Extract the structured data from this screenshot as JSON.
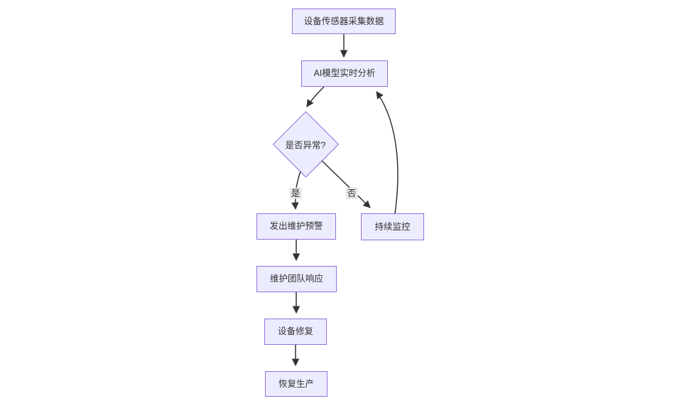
{
  "diagram": {
    "type": "flowchart",
    "direction": "top-down",
    "colors": {
      "background": "#ffffff",
      "node_fill": "#ECECFF",
      "node_border": "#9370DB",
      "node_text": "#333333",
      "edge_stroke": "#333333",
      "edge_label_bg": "#e8e8e8"
    },
    "nodes": {
      "collect": {
        "label": "设备传感器采集数据",
        "shape": "rect"
      },
      "analyze": {
        "label": "AI模型实时分析",
        "shape": "rect"
      },
      "decision": {
        "label": "是否异常?",
        "shape": "diamond"
      },
      "alert": {
        "label": "发出维护预警",
        "shape": "rect"
      },
      "monitor": {
        "label": "持续监控",
        "shape": "rect"
      },
      "respond": {
        "label": "维护团队响应",
        "shape": "rect"
      },
      "repair": {
        "label": "设备修复",
        "shape": "rect"
      },
      "resume": {
        "label": "恢复生产",
        "shape": "rect"
      }
    },
    "edges": [
      {
        "from": "collect",
        "to": "analyze",
        "label": ""
      },
      {
        "from": "analyze",
        "to": "decision",
        "label": ""
      },
      {
        "from": "decision",
        "to": "alert",
        "label": "是"
      },
      {
        "from": "decision",
        "to": "monitor",
        "label": "否"
      },
      {
        "from": "monitor",
        "to": "analyze",
        "label": ""
      },
      {
        "from": "alert",
        "to": "respond",
        "label": ""
      },
      {
        "from": "respond",
        "to": "repair",
        "label": ""
      },
      {
        "from": "repair",
        "to": "resume",
        "label": ""
      }
    ],
    "edge_labels": {
      "yes": "是",
      "no": "否"
    }
  }
}
